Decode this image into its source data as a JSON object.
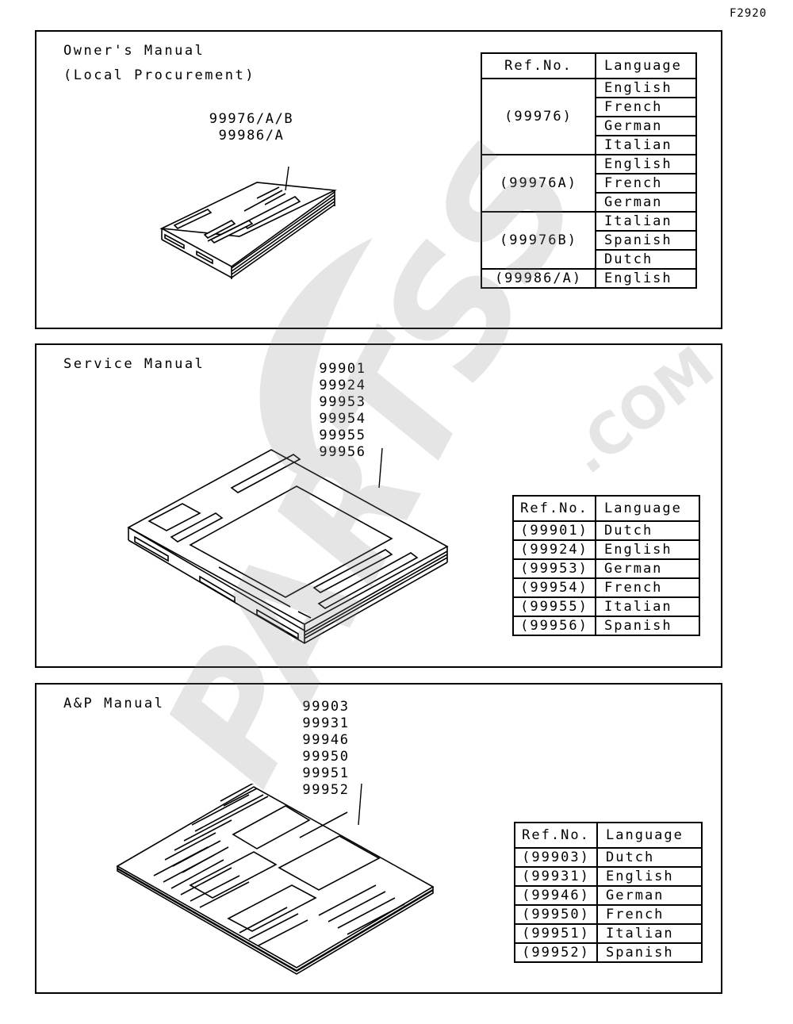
{
  "figure_code": "F2920",
  "watermark": {
    "main": "PARTSS",
    "suffix": ".COM"
  },
  "owners": {
    "title": "Owner's Manual",
    "subtitle": "(Local Procurement)",
    "part_numbers": [
      "99976/A/B",
      "99986/A"
    ],
    "table": {
      "col_ref": "Ref.No.",
      "col_lang": "Language",
      "groups": [
        {
          "ref": "(99976)",
          "languages": [
            "English",
            "French",
            "German",
            "Italian"
          ]
        },
        {
          "ref": "(99976A)",
          "languages": [
            "English",
            "French",
            "German"
          ]
        },
        {
          "ref": "(99976B)",
          "languages": [
            "Italian",
            "Spanish",
            "Dutch"
          ]
        },
        {
          "ref": "(99986/A)",
          "languages": [
            "English"
          ]
        }
      ]
    }
  },
  "service": {
    "title": "Service Manual",
    "part_numbers": [
      "99901",
      "99924",
      "99953",
      "99954",
      "99955",
      "99956"
    ],
    "table": {
      "col_ref": "Ref.No.",
      "col_lang": "Language",
      "rows": [
        {
          "ref": "(99901)",
          "lang": "Dutch"
        },
        {
          "ref": "(99924)",
          "lang": "English"
        },
        {
          "ref": "(99953)",
          "lang": "German"
        },
        {
          "ref": "(99954)",
          "lang": "French"
        },
        {
          "ref": "(99955)",
          "lang": "Italian"
        },
        {
          "ref": "(99956)",
          "lang": "Spanish"
        }
      ]
    }
  },
  "ap": {
    "title": "A&P Manual",
    "part_numbers": [
      "99903",
      "99931",
      "99946",
      "99950",
      "99951",
      "99952"
    ],
    "table": {
      "col_ref": "Ref.No.",
      "col_lang": "Language",
      "rows": [
        {
          "ref": "(99903)",
          "lang": "Dutch"
        },
        {
          "ref": "(99931)",
          "lang": "English"
        },
        {
          "ref": "(99946)",
          "lang": "German"
        },
        {
          "ref": "(99950)",
          "lang": "French"
        },
        {
          "ref": "(99951)",
          "lang": "Italian"
        },
        {
          "ref": "(99952)",
          "lang": "Spanish"
        }
      ]
    }
  }
}
